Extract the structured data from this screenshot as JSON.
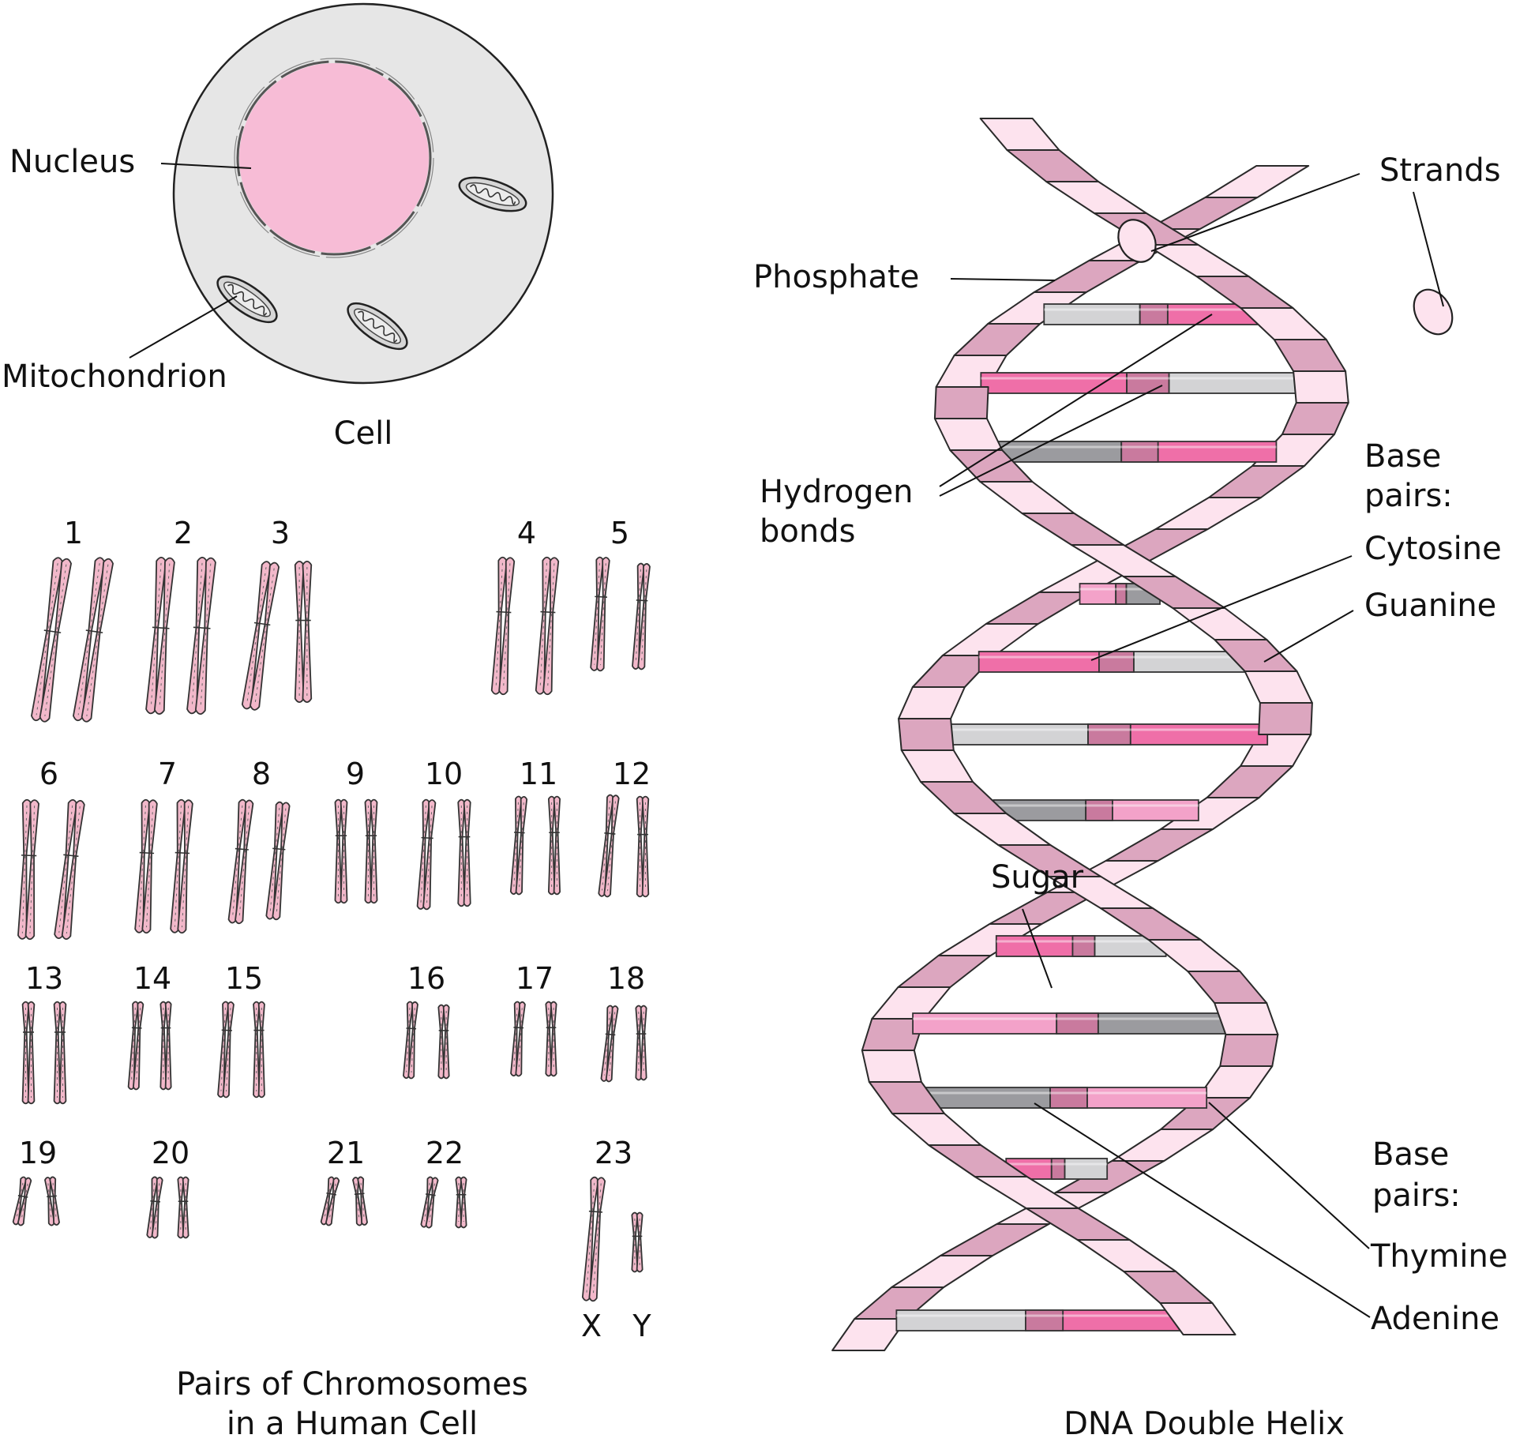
{
  "cell": {
    "nucleus_label": "Nucleus",
    "mitochondrion_label": "Mitochondrion",
    "caption": "Cell"
  },
  "chromosomes": {
    "caption_line1": "Pairs of Chromosomes",
    "caption_line2": "in a Human Cell",
    "pair_numbers": [
      "1",
      "2",
      "3",
      "4",
      "5",
      "6",
      "7",
      "8",
      "9",
      "10",
      "11",
      "12",
      "13",
      "14",
      "15",
      "16",
      "17",
      "18",
      "19",
      "20",
      "21",
      "22",
      "23"
    ],
    "sex_x": "X",
    "sex_y": "Y"
  },
  "dna": {
    "strands_label": "Strands",
    "phosphate_label": "Phosphate",
    "hydrogen_line1": "Hydrogen",
    "hydrogen_line2": "bonds",
    "base_pairs_top_line1": "Base",
    "base_pairs_top_line2": "pairs:",
    "cytosine_label": "Cytosine",
    "guanine_label": "Guanine",
    "sugar_label": "Sugar",
    "base_pairs_bottom_line1": "Base",
    "base_pairs_bottom_line2": "pairs:",
    "thymine_label": "Thymine",
    "adenine_label": "Adenine",
    "caption": "DNA Double Helix"
  },
  "colors": {
    "cytoplasm": "#e6e6e6",
    "nucleus": "#f7bcd6",
    "chromosome": "#f2b8ca",
    "strand_light": "#fde3ee",
    "strand_dark": "#dca6bf",
    "cytosine": "#ef6fa8",
    "guanine": "#d3d3d5",
    "thymine": "#f3a2c9",
    "adenine": "#9b9b9f",
    "bond": "#c97a9e"
  }
}
